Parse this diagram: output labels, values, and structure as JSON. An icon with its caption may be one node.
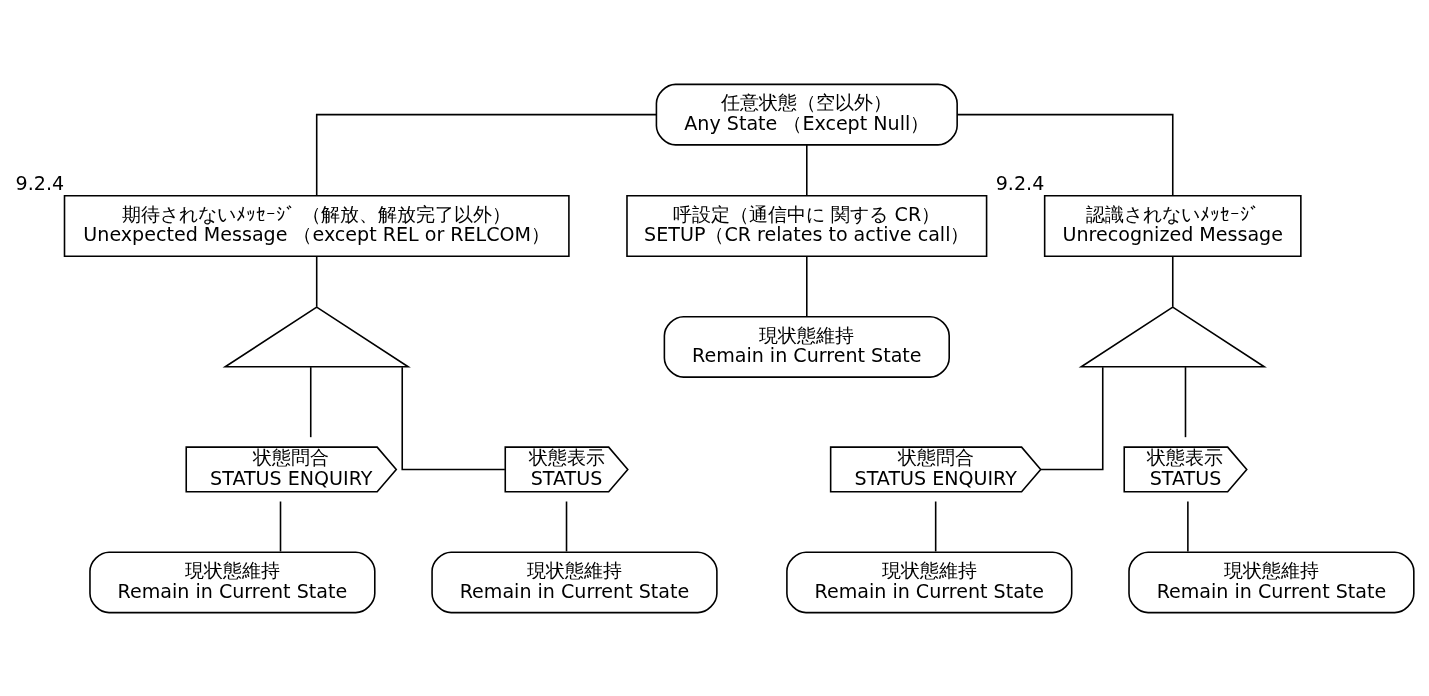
{
  "diagram": {
    "nodes": [
      {
        "text": [
          "任意状態（空以外）",
          "Any State （Except Null）"
        ]
      },
      {
        "text": [
          "期待されないﾒｯｾｰｼﾞ （解放、解放完了以外）",
          "Unexpected Message （except REL or RELCOM）"
        ],
        "beside": [
          "9.2.4"
        ]
      },
      {
        "text": [
          "呼設定（通信中に 関する CR）",
          "SETUP（CR relates to active call）"
        ]
      },
      {
        "text": [
          "認識されないﾒｯｾｰｼﾞ",
          "Unrecognized Message"
        ],
        "beside": [
          "9.2.4"
        ]
      },
      {
        "text": [],
        "shape": "triangle"
      },
      {
        "text": [
          "状態問合",
          "STATUS ENQUIRY"
        ]
      },
      {
        "text": [
          "状態表示",
          "STATUS"
        ]
      },
      {
        "text": [
          "現状態維持",
          "Remain in Current State"
        ]
      },
      {
        "text": [
          "現状態維持",
          "Remain in Current State"
        ]
      },
      {
        "text": [
          "現状態維持",
          "Remain in Current State"
        ]
      },
      {
        "text": [],
        "shape": "triangle"
      },
      {
        "text": [
          "状態問合",
          "STATUS ENQUIRY"
        ]
      },
      {
        "text": [
          "状態表示",
          "STATUS"
        ]
      },
      {
        "text": [
          "現状態維持",
          "Remain in Current State"
        ]
      },
      {
        "text": [
          "現状態維持",
          "Remain in Current State"
        ]
      }
    ],
    "edges": [
      {
        "from": 0,
        "to": 1,
        "arrow": "none"
      },
      {
        "from": 0,
        "to": 2,
        "arrow": "none"
      },
      {
        "from": 0,
        "to": 3,
        "arrow": "none"
      },
      {
        "from": 1,
        "to": 4,
        "arrow": "none"
      },
      {
        "from": 4,
        "to": 5,
        "arrow": "none"
      },
      {
        "from": 4,
        "to": 6,
        "arrow": "none"
      },
      {
        "from": 5,
        "to": 7,
        "arrow": "none"
      },
      {
        "from": 6,
        "to": 8,
        "arrow": "none"
      },
      {
        "from": 2,
        "to": 9,
        "arrow": "none"
      },
      {
        "from": 3,
        "to": 10,
        "arrow": "none"
      },
      {
        "from": 10,
        "to": 11,
        "arrow": "none"
      },
      {
        "from": 10,
        "to": 12,
        "arrow": "none"
      },
      {
        "from": 11,
        "to": 13,
        "arrow": "none"
      },
      {
        "from": 12,
        "to": 14,
        "arrow": "none"
      }
    ]
  }
}
